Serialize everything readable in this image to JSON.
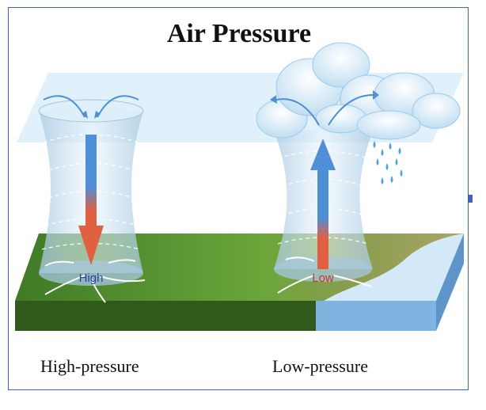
{
  "title": "Air Pressure",
  "high_system": {
    "center_label": "High",
    "caption": "High-pressure"
  },
  "low_system": {
    "center_label": "Low",
    "caption": "Low-pressure"
  },
  "colors": {
    "frame": "#3f62c8",
    "ground_top": "#5c9a34",
    "ground_front": "#2f5a1b",
    "water": "#cfe6f6",
    "water_front": "#7fb3e0",
    "sky_plane": "#d6ecfa",
    "column": "#bcd7ea",
    "descending_arrow": "#e06040",
    "ascending_arrow": "#4f8fd6",
    "rain": "#4aa3e0",
    "high_label": "#2d3fa8",
    "low_label": "#c8332b"
  },
  "icons": [
    "cloud-icon",
    "raindrop-icon",
    "arrow-down-icon",
    "arrow-up-icon"
  ]
}
